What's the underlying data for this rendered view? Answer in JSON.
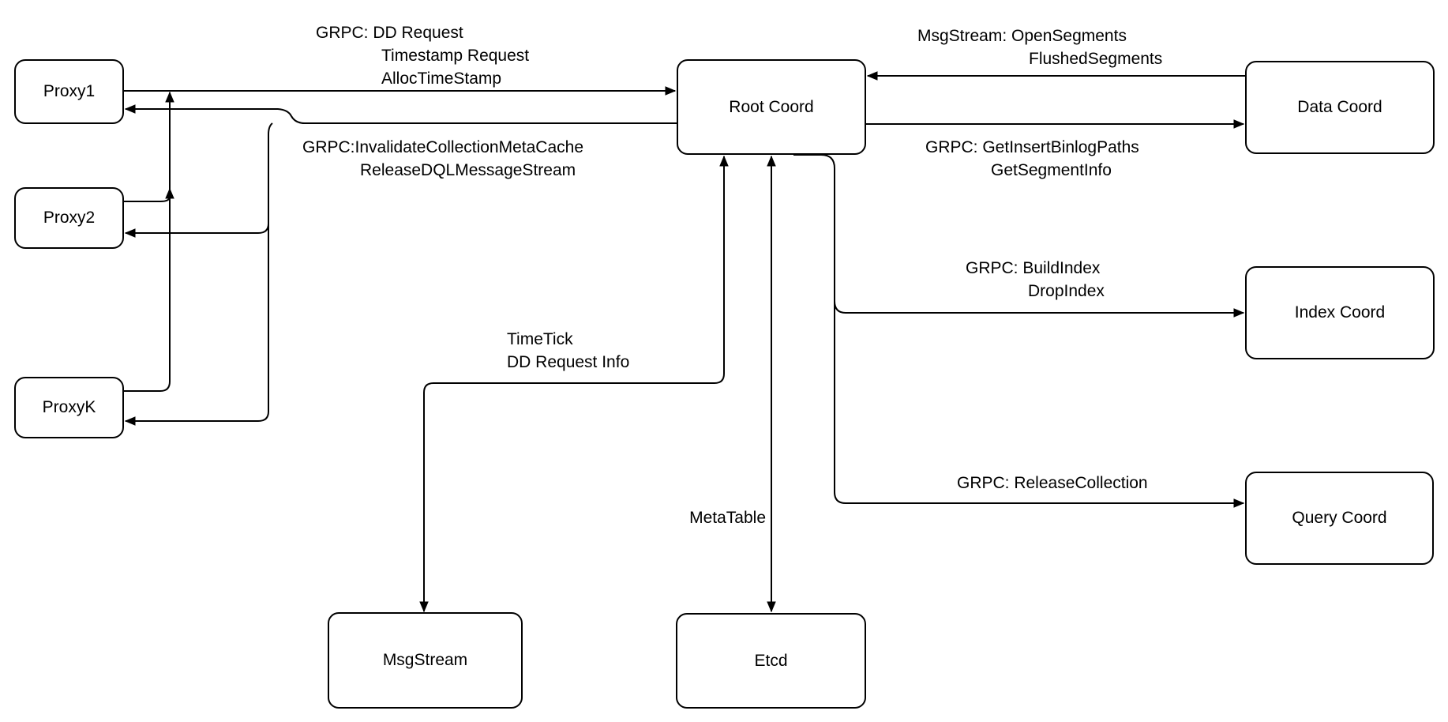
{
  "diagram": {
    "colors": {
      "stroke": "#000000",
      "node_fill": "#ffffff",
      "text": "#000000",
      "background": "#ffffff"
    },
    "nodes": {
      "proxy1": {
        "label": "Proxy1"
      },
      "proxy2": {
        "label": "Proxy2"
      },
      "proxyk": {
        "label": "ProxyK"
      },
      "root_coord": {
        "label": "Root Coord"
      },
      "data_coord": {
        "label": "Data Coord"
      },
      "index_coord": {
        "label": "Index Coord"
      },
      "query_coord": {
        "label": "Query Coord"
      },
      "msgstream": {
        "label": "MsgStream"
      },
      "etcd": {
        "label": "Etcd"
      }
    },
    "edge_labels": {
      "proxy_to_root": {
        "line1": "GRPC: DD Request",
        "line2": "Timestamp Request",
        "line3": "AllocTimeStamp"
      },
      "root_to_proxies": {
        "line1": "GRPC:InvalidateCollectionMetaCache",
        "line2": "ReleaseDQLMessageStream"
      },
      "data_to_root": {
        "line1": "MsgStream: OpenSegments",
        "line2": "FlushedSegments"
      },
      "root_to_data": {
        "line1": "GRPC: GetInsertBinlogPaths",
        "line2": "GetSegmentInfo"
      },
      "root_to_index": {
        "line1": "GRPC: BuildIndex",
        "line2": "DropIndex"
      },
      "root_to_query": {
        "line1": "GRPC: ReleaseCollection"
      },
      "root_to_msgstream": {
        "line1": "TimeTick",
        "line2": "DD Request Info"
      },
      "root_to_etcd": {
        "line1": "MetaTable"
      }
    }
  }
}
